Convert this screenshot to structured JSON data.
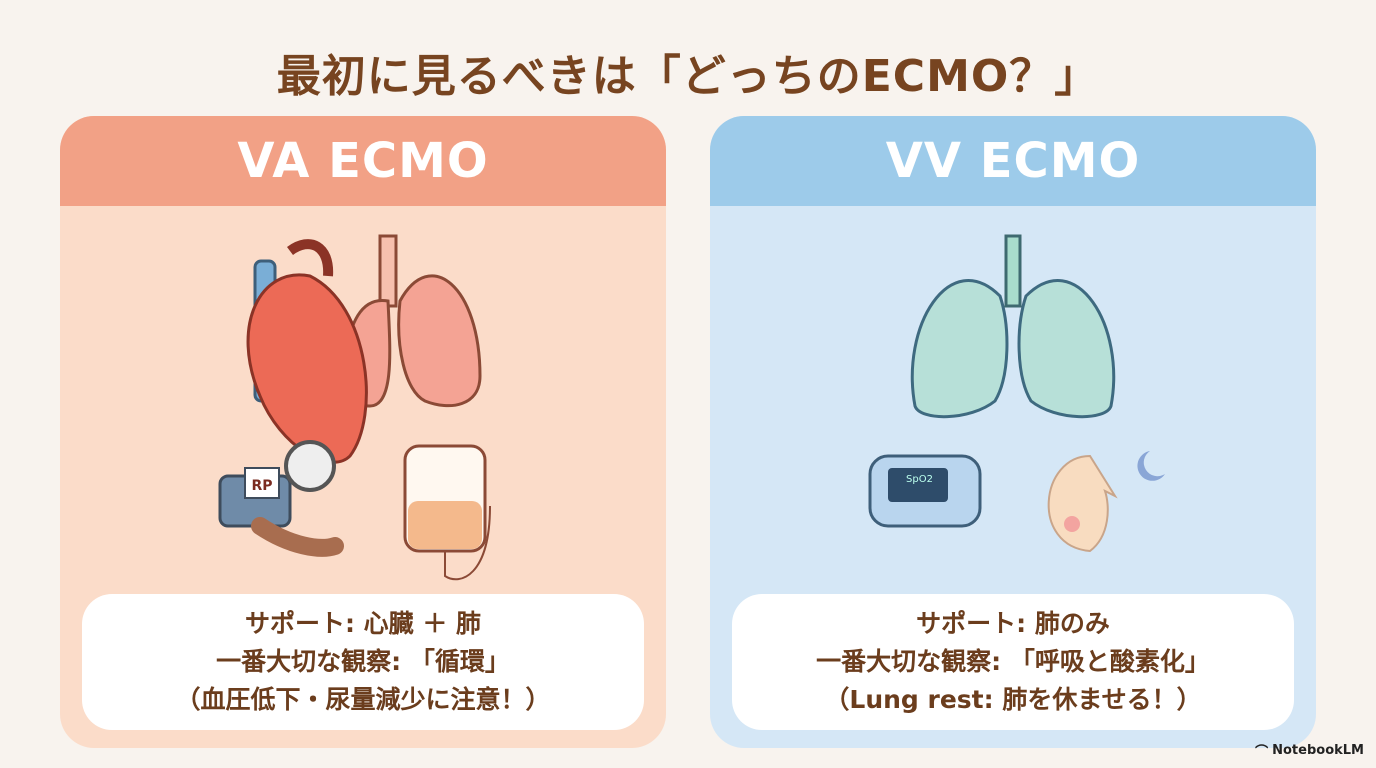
{
  "title": "最初に見るべきは「どっちのECMO？」",
  "panels": {
    "va": {
      "header": "VA ECMO",
      "lines": [
        "サポート: 心臓 ＋ 肺",
        "一番大切な観察: 「循環」",
        "（血圧低下・尿量減少に注意！）"
      ],
      "icons": [
        "heart-lungs-icon",
        "blood-pressure-cuff-icon",
        "urine-bag-icon"
      ],
      "cuff_label": "RP",
      "color": "#f2a186"
    },
    "vv": {
      "header": "VV ECMO",
      "lines": [
        "サポート: 肺のみ",
        "一番大切な観察: 「呼吸と酸素化」",
        "（Lung rest: 肺を休ませる！）"
      ],
      "icons": [
        "lungs-icon",
        "pulse-oximeter-icon",
        "sleeping-face-icon"
      ],
      "oximeter_label": "SpO2",
      "color": "#9dcbea"
    }
  },
  "brand": "NotebookLM"
}
